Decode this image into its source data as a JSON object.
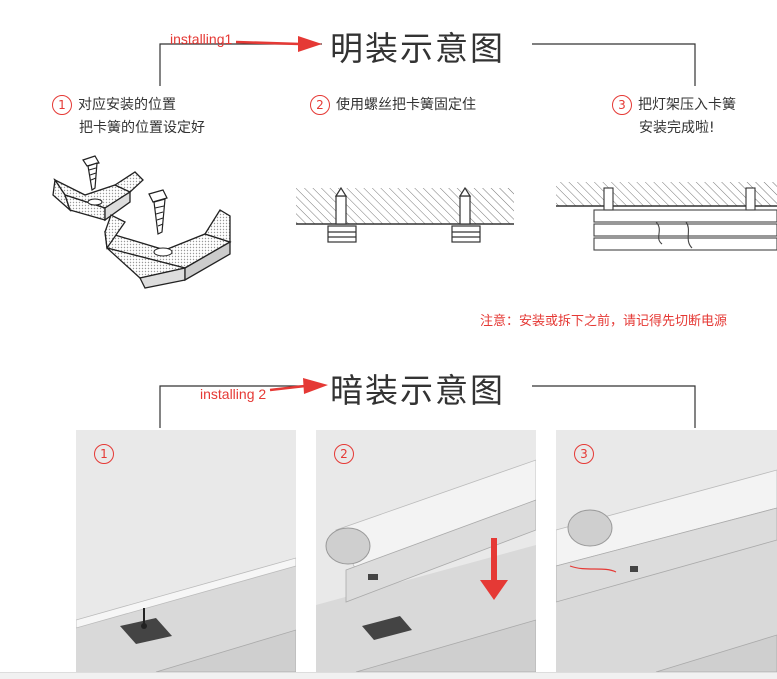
{
  "section1": {
    "annotation": "installing1",
    "title": "明装示意图",
    "steps": [
      {
        "num": "1",
        "line1": "对应安装的位置",
        "line2": "把卡簧的位置设定好"
      },
      {
        "num": "2",
        "line1": "使用螺丝把卡簧固定住",
        "line2": ""
      },
      {
        "num": "3",
        "line1": "把灯架压入卡簧",
        "line2": "安装完成啦!"
      }
    ],
    "note": "注意：安装或拆下之前，请记得先切断电源"
  },
  "section2": {
    "annotation": "installing 2",
    "title": "暗装示意图",
    "panels": [
      {
        "num": "1"
      },
      {
        "num": "2"
      },
      {
        "num": "3"
      }
    ]
  },
  "colors": {
    "accent": "#e53935",
    "line": "#333333",
    "panel": "#e9e9e9"
  }
}
